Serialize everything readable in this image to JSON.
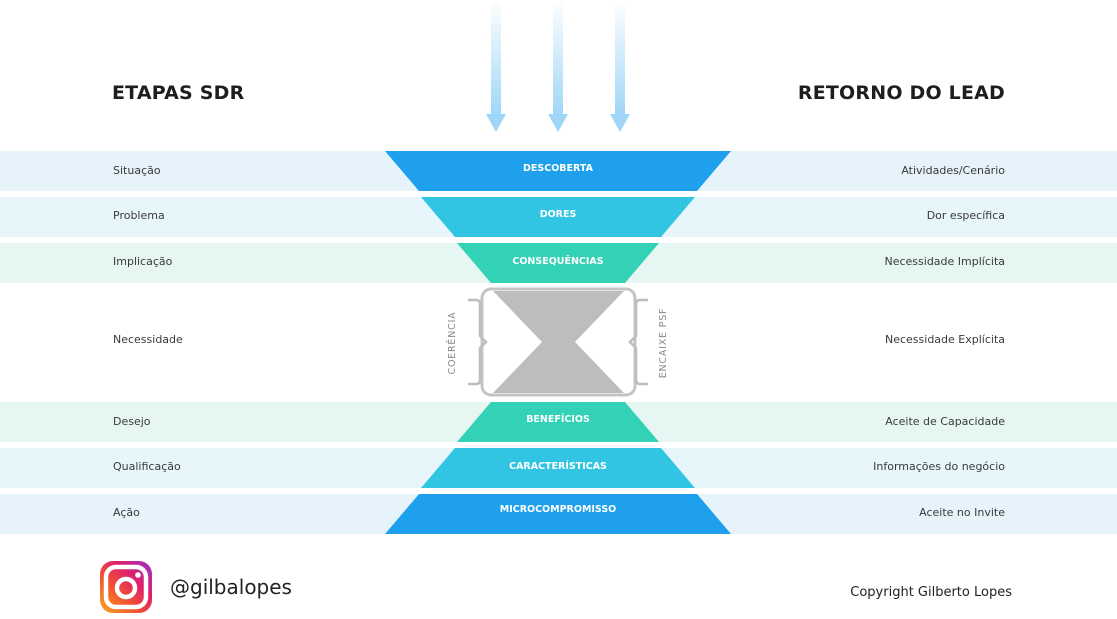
{
  "headings": {
    "left": "ETAPAS SDR",
    "right": "RETORNO DO LEAD"
  },
  "stages": [
    {
      "left": "Situação",
      "center": "DESCOBERTA",
      "right": "Atividades/Cenário",
      "color": "#1fa0ec"
    },
    {
      "left": "Problema",
      "center": "DORES",
      "right": "Dor específica",
      "color": "#32c4e3"
    },
    {
      "left": "Implicação",
      "center": "CONSEQUÊNCIAS",
      "right": "Necessidade Implícita",
      "color": "#33d1b6"
    },
    {
      "left": "Necessidade",
      "center": "",
      "right": "Necessidade Explícita",
      "color": "#bdbdbd"
    },
    {
      "left": "Desejo",
      "center": "BENEFÍCIOS",
      "right": "Aceite de Capacidade",
      "color": "#33d1b6"
    },
    {
      "left": "Qualificação",
      "center": "CARACTERÍSTICAS",
      "right": "Informações do negócio",
      "color": "#32c4e3"
    },
    {
      "left": "Ação",
      "center": "MICROCOMPROMISSO",
      "right": "Aceite no Invite",
      "color": "#1fa0ec"
    }
  ],
  "side_labels": {
    "left": "COERÊNCIA",
    "right": "ENCAIXE PSF"
  },
  "arrow_color": "#9fd6f7",
  "footer": {
    "handle": "@gilbalopes",
    "copyright": "Copyright Gilberto Lopes",
    "icon": "instagram-icon"
  }
}
